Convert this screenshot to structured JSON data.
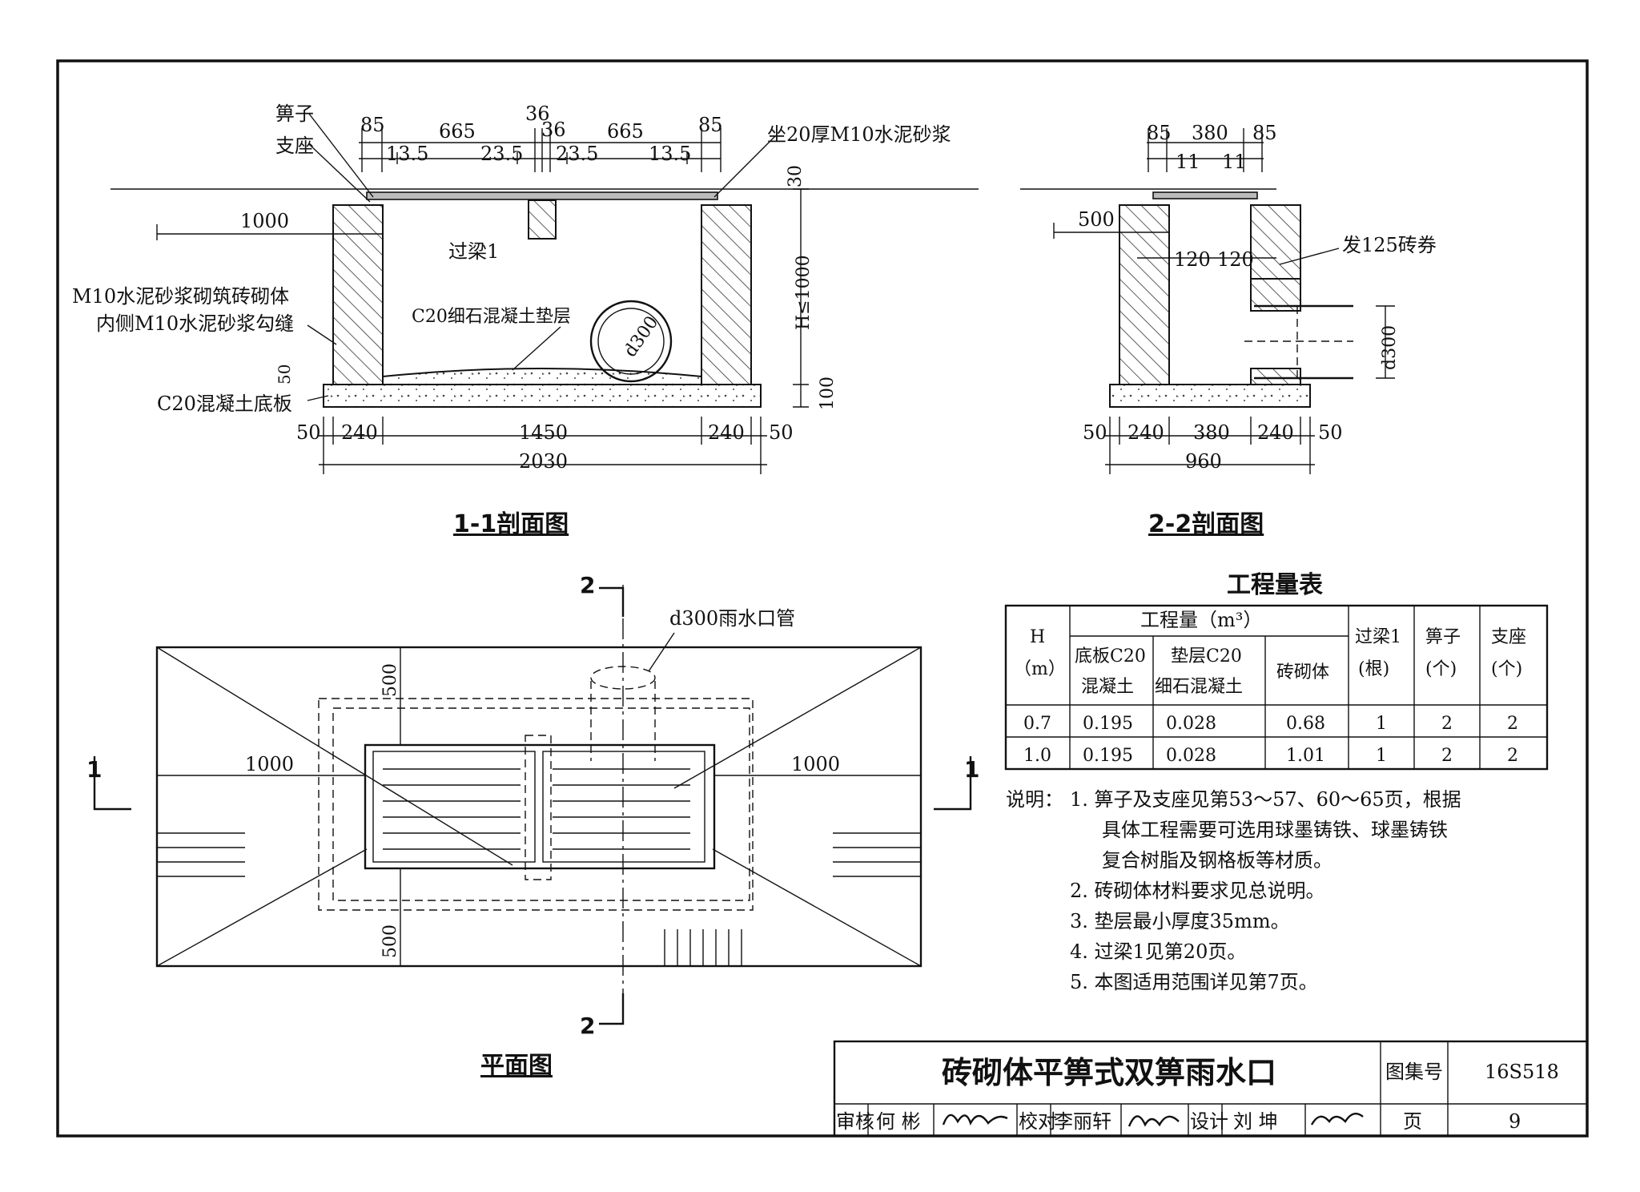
{
  "section_1_1": {
    "title": "1-1剖面图",
    "labels": {
      "grate": "箅子",
      "seat": "支座",
      "mortar_bed": "坐20厚M10水泥砂浆",
      "beam": "过梁1",
      "masonry_1": "M10水泥砂浆砌筑砖砌体",
      "masonry_2": "内侧M10水泥砂浆勾缝",
      "cushion": "C20细石混凝土垫层",
      "base": "C20混凝土底板",
      "pipe": "d300",
      "height": "H≤1000"
    },
    "dims": {
      "top_85_left": "85",
      "top_665_left": "665",
      "top_36_a": "36",
      "top_36_b": "36",
      "top_665_right": "665",
      "top_85_right": "85",
      "sub_13_5_left": "13.5",
      "sub_23_5_left": "23.5",
      "sub_23_5_right": "23.5",
      "sub_13_5_right": "13.5",
      "d30": "30",
      "d1000": "1000",
      "d50": "50",
      "d100": "100",
      "b50_left": "50",
      "b240_left": "240",
      "b1450": "1450",
      "b240_right": "240",
      "b50_right": "50",
      "total": "2030"
    }
  },
  "section_2_2": {
    "title": "2-2剖面图",
    "labels": {
      "arch": "发125砖券",
      "pipe": "d300"
    },
    "dims": {
      "t85_left": "85",
      "t380": "380",
      "t85_right": "85",
      "s11_left": "11",
      "s11_right": "11",
      "d500": "500",
      "d120_left": "120",
      "d120_right": "120",
      "b50_left": "50",
      "b240_left": "240",
      "b380": "380",
      "b240_right": "240",
      "b50_right": "50",
      "total": "960"
    }
  },
  "plan": {
    "title": "平面图",
    "pipe_label": "d300雨水口管",
    "d500_top": "500",
    "d500_bottom": "500",
    "d1000_left": "1000",
    "d1000_right": "1000",
    "sec2": "2",
    "sec2b": "2",
    "sec1": "1",
    "sec1b": "1"
  },
  "quantity_table": {
    "title": "工程量表",
    "header_h": "H",
    "header_h_unit": "（m）",
    "header_group": "工程量（m³）",
    "col_base": [
      "底板C20",
      "混凝土"
    ],
    "col_cushion": [
      "垫层C20",
      "细石混凝土"
    ],
    "col_masonry": "砖砌体",
    "col_beam": [
      "过梁1",
      "(根)"
    ],
    "col_grate": [
      "箅子",
      "(个)"
    ],
    "col_seat": [
      "支座",
      "(个)"
    ],
    "rows": [
      [
        "0.7",
        "0.195",
        "0.028",
        "0.68",
        "1",
        "2",
        "2"
      ],
      [
        "1.0",
        "0.195",
        "0.028",
        "1.01",
        "1",
        "2",
        "2"
      ]
    ]
  },
  "notes": {
    "prefix": "说明：",
    "lines": [
      "1.  箅子及支座见第53～57、60～65页，根据",
      "具体工程需要可选用球墨铸铁、球墨铸铁",
      "复合树脂及钢格板等材质。",
      "2.  砖砌体材料要求见总说明。",
      "3.  垫层最小厚度35mm。",
      "4.  过梁1见第20页。",
      "5.  本图适用范围详见第7页。"
    ]
  },
  "title_block": {
    "title": "砖砌体平箅式双箅雨水口",
    "atlas_label": "图集号",
    "atlas_no": "16S518",
    "page_label": "页",
    "page_no": "9",
    "review_label": "审核",
    "reviewer": "何 彬",
    "check_label": "校对",
    "checker": "李丽轩",
    "design_label": "设计",
    "designer": "刘 坤"
  }
}
